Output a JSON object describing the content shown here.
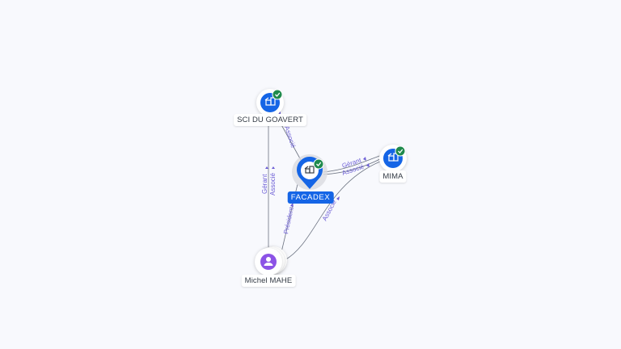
{
  "graph": {
    "colors": {
      "background": "#f8f9fd",
      "company": "#1565e6",
      "person": "#8c53e6",
      "verified": "#1f8a4c",
      "edge": "#6b7280",
      "edge_label": "#6d5fd6"
    },
    "nodes": [
      {
        "id": "facadex",
        "label": "FACADEX",
        "type": "company",
        "icon": "building-icon",
        "verified": true,
        "focus": true
      },
      {
        "id": "sci-du-goavert",
        "label": "SCI DU GOAVERT",
        "type": "company",
        "icon": "building-icon",
        "verified": true
      },
      {
        "id": "mima",
        "label": "MIMA",
        "type": "company",
        "icon": "building-icon",
        "verified": true
      },
      {
        "id": "michel-mahe",
        "label": "Michel MAHE",
        "type": "person",
        "icon": "person-icon",
        "verified": false
      }
    ],
    "edges": [
      {
        "from": "michel-mahe",
        "to": "sci-du-goavert",
        "labels": [
          "Gérant",
          "Associé"
        ]
      },
      {
        "from": "michel-mahe",
        "to": "facadex",
        "labels": [
          "Président"
        ]
      },
      {
        "from": "michel-mahe",
        "to": "mima",
        "labels": [
          "Associé"
        ]
      },
      {
        "from": "facadex",
        "to": "sci-du-goavert",
        "labels": [
          "Associé"
        ]
      },
      {
        "from": "facadex",
        "to": "mima",
        "labels": [
          "Gérant",
          "Associé"
        ]
      }
    ]
  }
}
